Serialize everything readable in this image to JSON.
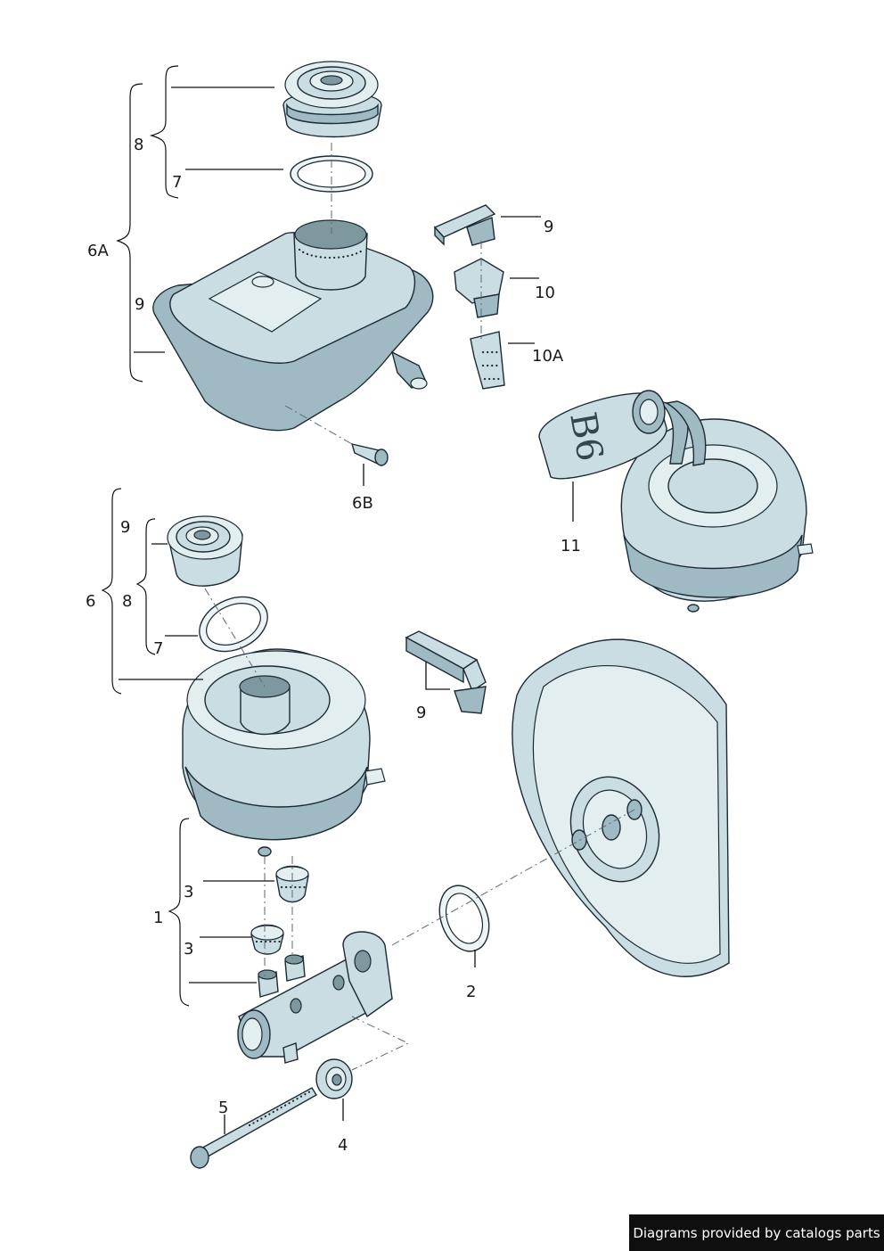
{
  "callouts": {
    "c8_top": "8",
    "c7_top": "7",
    "c6a": "6A",
    "c9_left": "9",
    "c9_sensor_top": "9",
    "c10": "10",
    "c10a": "10A",
    "c6b": "6B",
    "c11": "11",
    "c9_mid": "9",
    "c6": "6",
    "c8_mid": "8",
    "c7_mid": "7",
    "c9_sensor_mid": "9",
    "c3_upper": "3",
    "c1": "1",
    "c3_lower": "3",
    "c2": "2",
    "c5": "5",
    "c4": "4"
  },
  "unit_label": "B6",
  "credit": "Diagrams provided by catalogs parts"
}
